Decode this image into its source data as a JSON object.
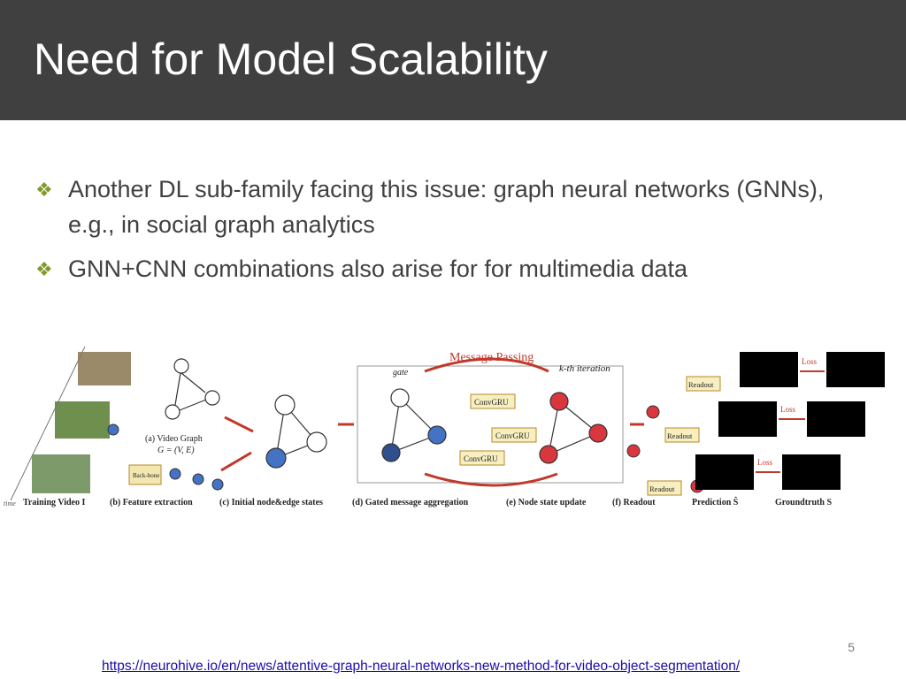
{
  "slide": {
    "title": "Need for Model Scalability",
    "bullets": [
      "Another DL sub-family facing this issue: graph neural networks (GNNs), e.g., in social graph analytics",
      "GNN+CNN combinations also arise for for multimedia data"
    ],
    "bullet_icon": "diamond-bullet-icon",
    "page_number": "5",
    "source_link": "https://neurohive.io/en/news/attentive-graph-neural-networks-new-method-for-video-object-segmentation/"
  },
  "figure": {
    "message_passing": "Message Passing",
    "kth_iteration": "k-th iteration",
    "gate": "gate",
    "video_graph": "(a) Video Graph",
    "graph_formula": "G = (V, E)",
    "backbone": "Back-bone",
    "convgru": "ConvGRU",
    "readout": "Readout",
    "loss": "Loss",
    "time": "time",
    "captions": {
      "training_video": "Training Video I",
      "b": "(b) Feature extraction",
      "c": "(c) Initial node&edge states",
      "d": "(d) Gated message aggregation",
      "e": "(e) Node state update",
      "f": "(f) Readout",
      "prediction": "Prediction Ŝ",
      "groundtruth": "Groundtruth S"
    },
    "colors": {
      "title_bar": "#404040",
      "bullet": "#7f9a2b",
      "message_passing": "#c0392b",
      "node_blue": "#4472c4",
      "node_red": "#d9363e",
      "convgru_fill": "#f8efc0"
    }
  }
}
